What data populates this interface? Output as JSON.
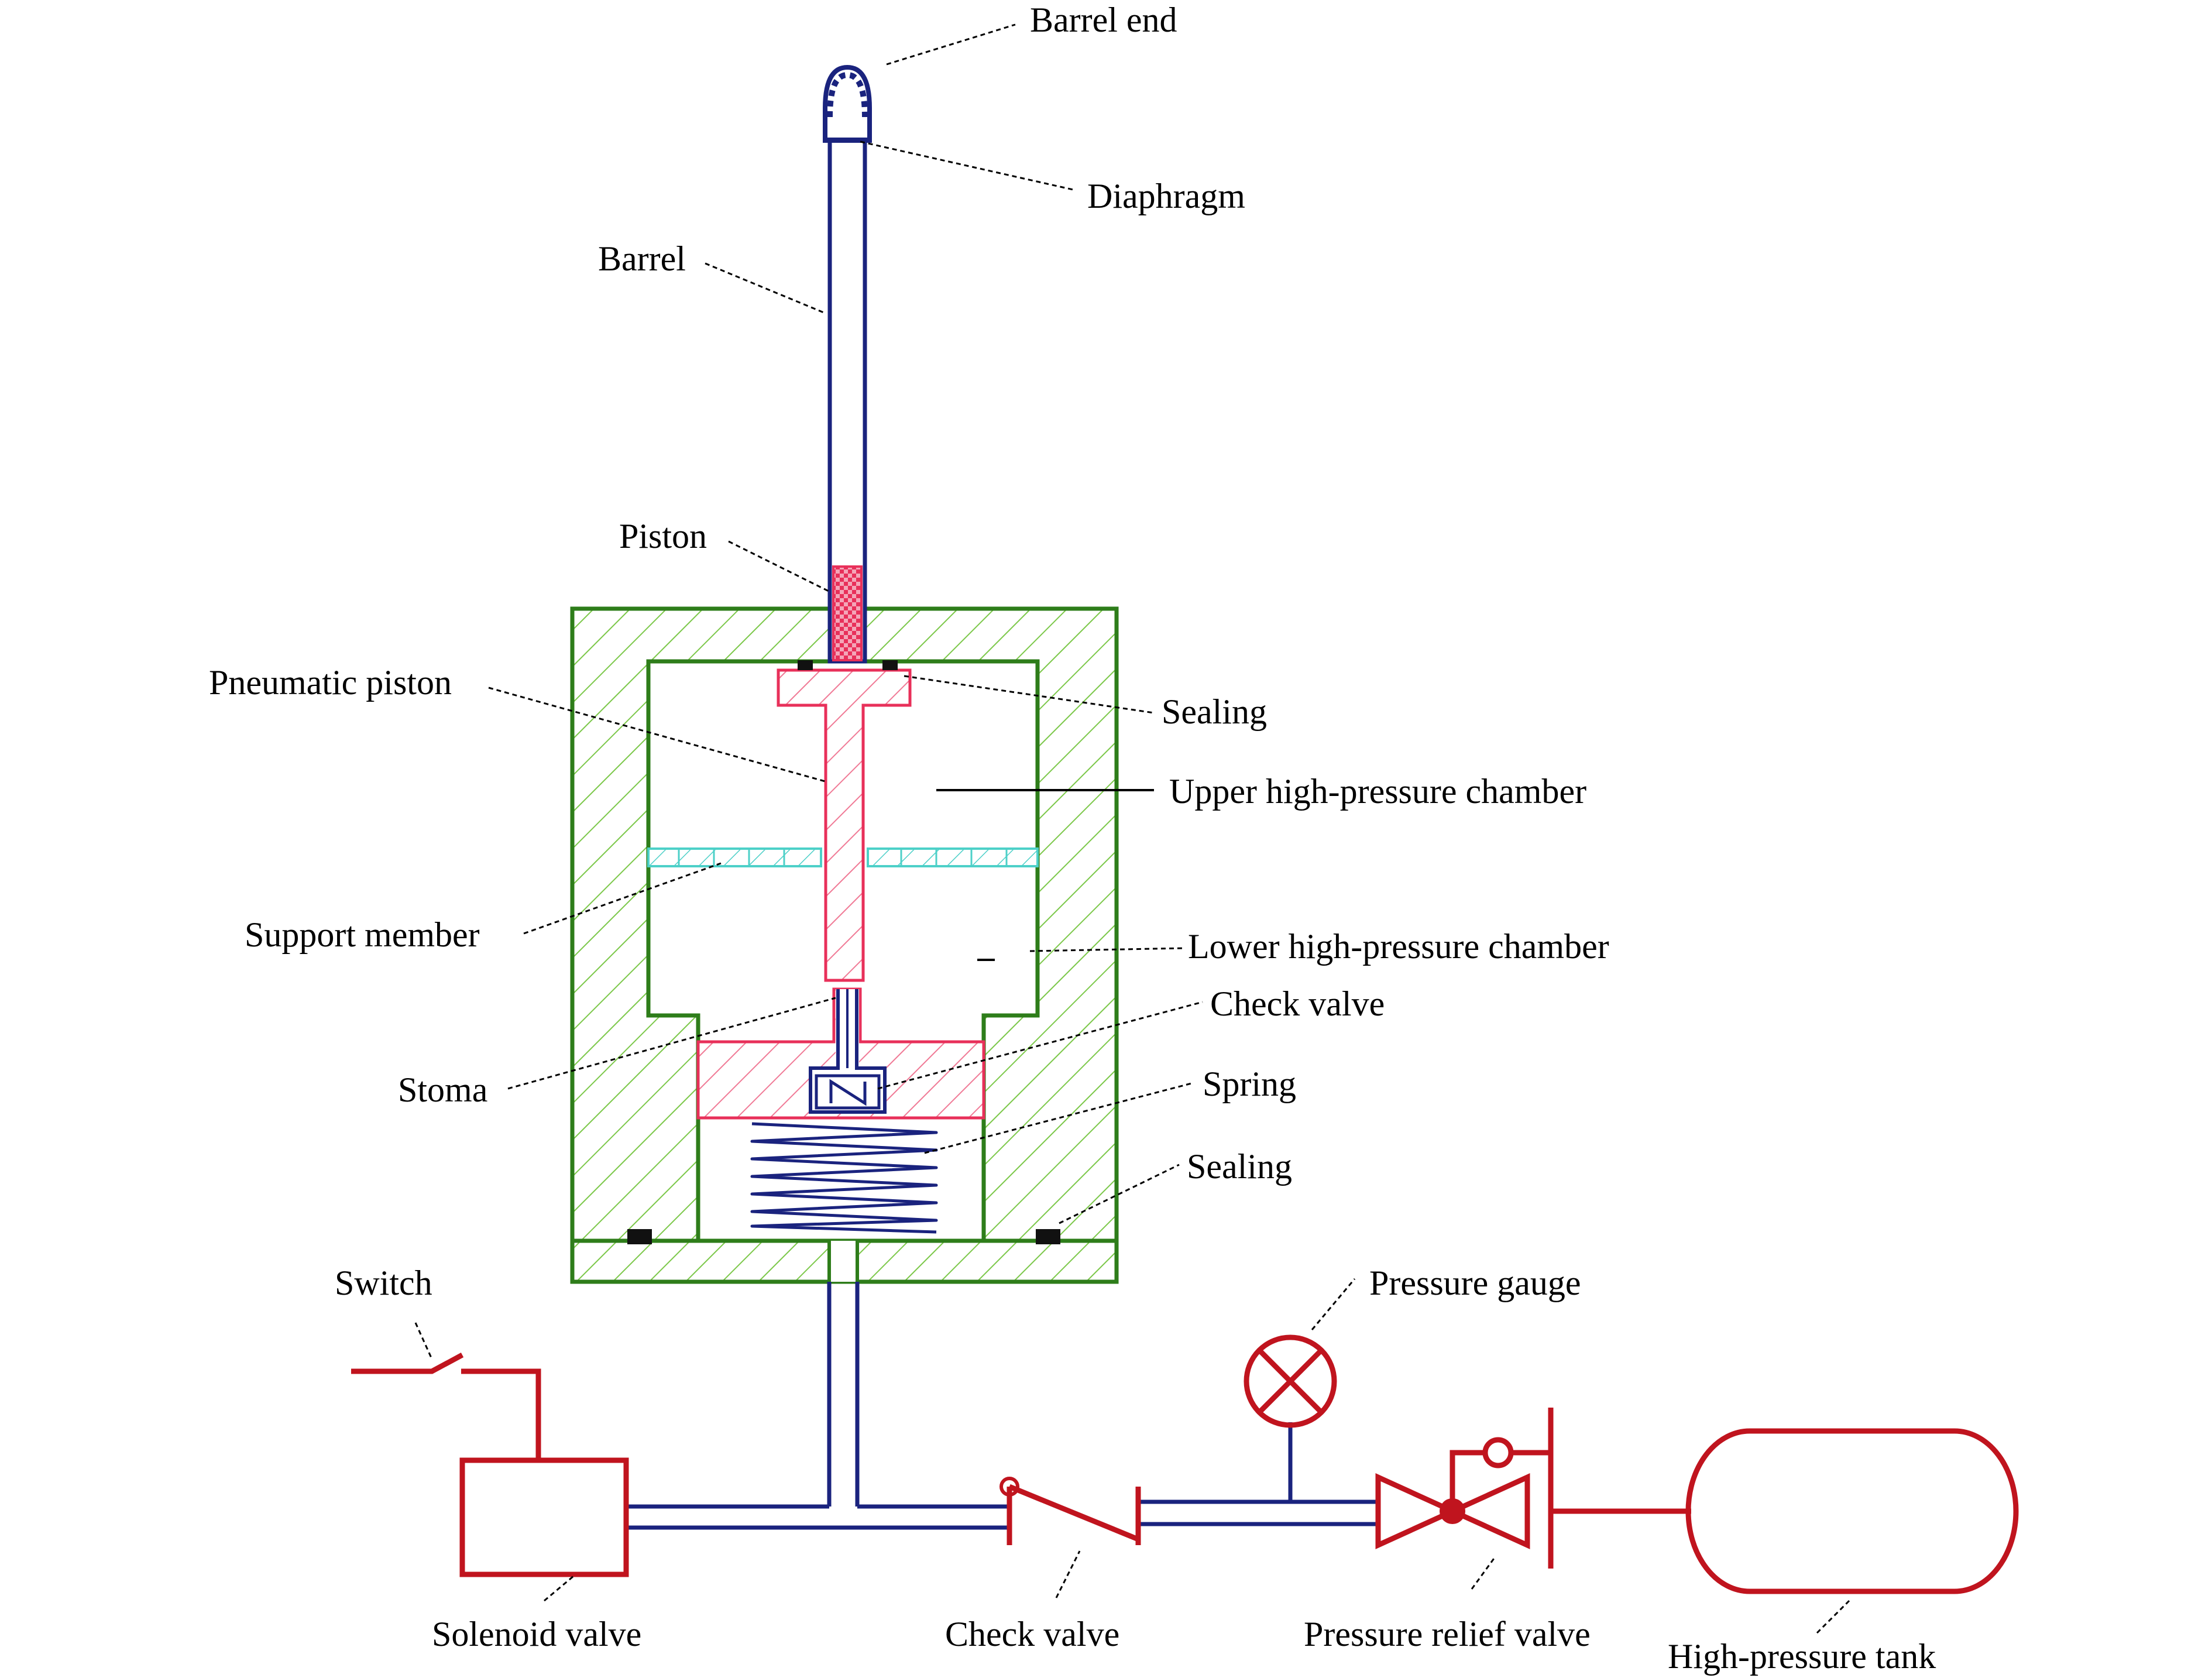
{
  "labels": {
    "barrel_end": "Barrel end",
    "diaphragm": "Diaphragm",
    "barrel": "Barrel",
    "piston": "Piston",
    "pneumatic_piston": "Pneumatic piston",
    "sealing_top": "Sealing",
    "upper_chamber": "Upper high-pressure chamber",
    "support_member": "Support member",
    "lower_chamber": "Lower high-pressure chamber",
    "check_valve_inner": "Check valve",
    "stoma": "Stoma",
    "spring": "Spring",
    "sealing_bottom": "Sealing",
    "switch": "Switch",
    "pressure_gauge": "Pressure gauge",
    "solenoid_valve": "Solenoid valve",
    "check_valve_line": "Check valve",
    "pressure_relief_valve": "Pressure relief valve",
    "high_pressure_tank": "High-pressure tank"
  },
  "colors": {
    "housing": "#2e7d1a",
    "housing_hatch": "#7cc84a",
    "piston": "#e8305a",
    "piston_hatch": "#f07a96",
    "barrel": "#1a237e",
    "support": "#4dd0c8",
    "circuit": "#c0141e",
    "pipe": "#1a237e"
  }
}
